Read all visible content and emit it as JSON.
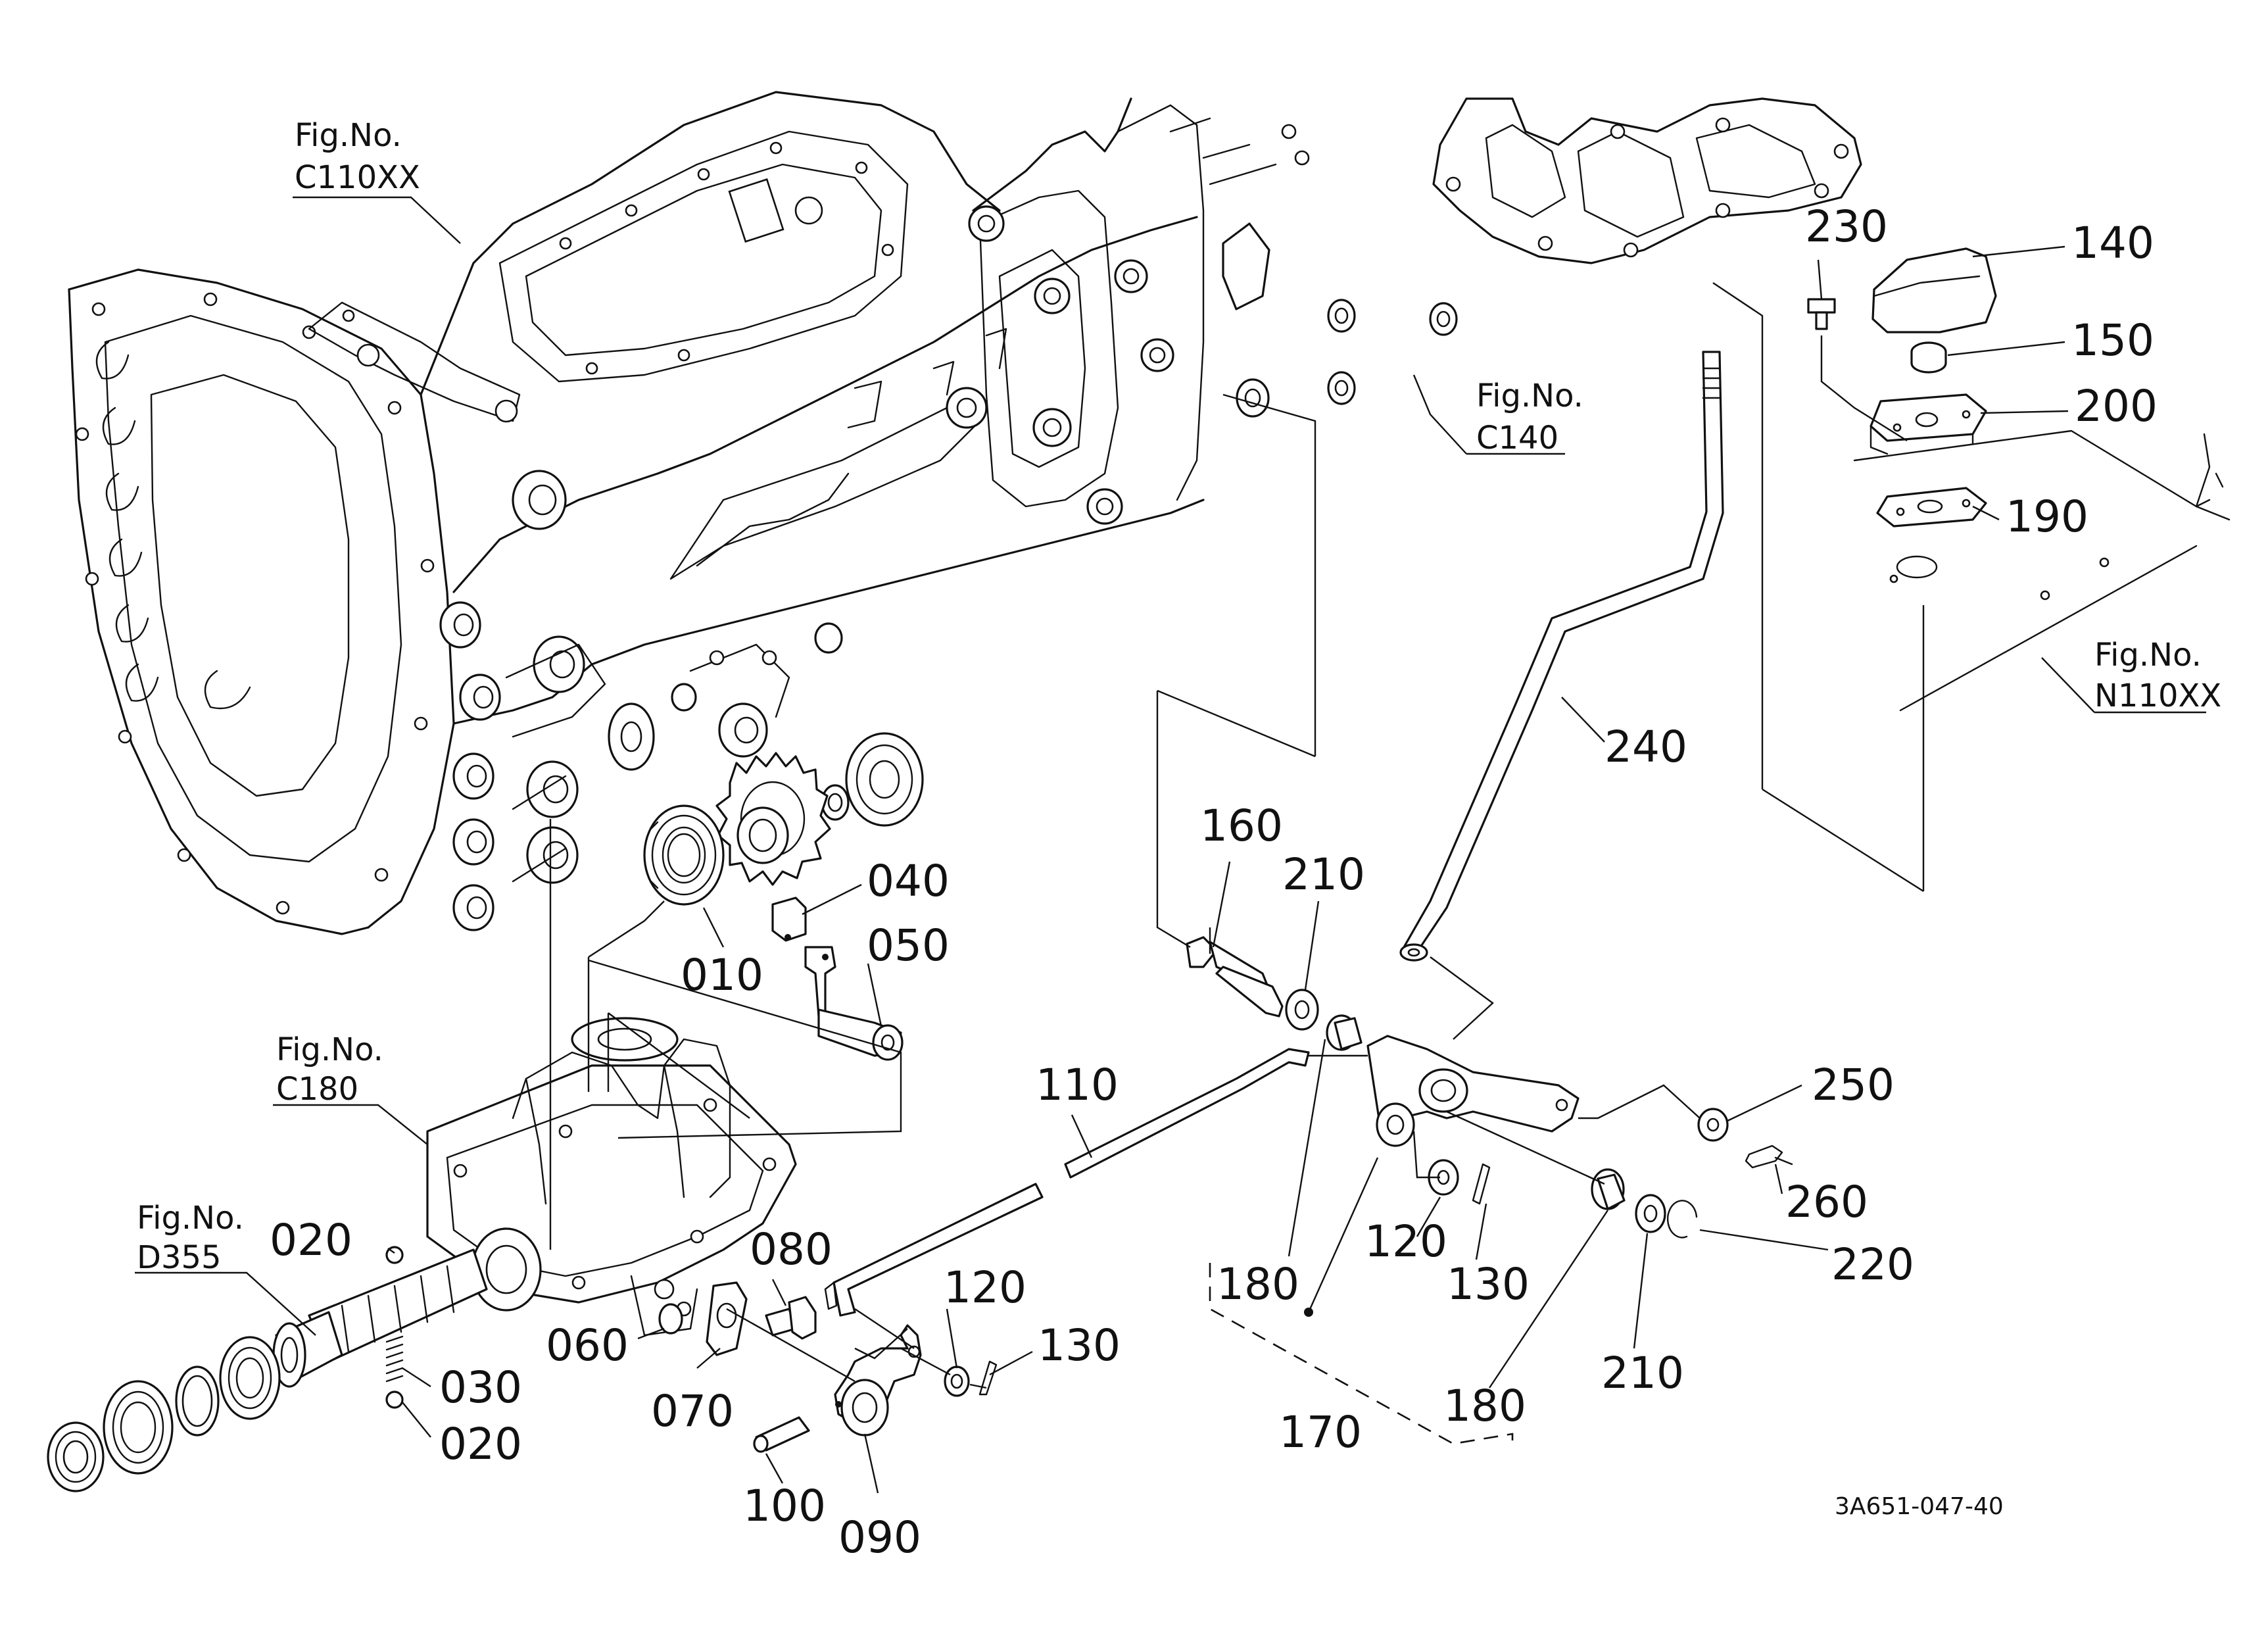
{
  "figure_refs": [
    {
      "key": "fig-c110xx",
      "lines": [
        "Fig.No.",
        "C110XX"
      ]
    },
    {
      "key": "fig-c140",
      "lines": [
        "Fig.No.",
        "C140"
      ]
    },
    {
      "key": "fig-n110xx",
      "lines": [
        "Fig.No.",
        "N110XX"
      ]
    },
    {
      "key": "fig-c180",
      "lines": [
        "Fig.No.",
        "C180"
      ]
    },
    {
      "key": "fig-d355",
      "lines": [
        "Fig.No.",
        "D355"
      ]
    }
  ],
  "part_labels": [
    "140",
    "230",
    "150",
    "200",
    "190",
    "240",
    "160",
    "210",
    "040",
    "050",
    "010",
    "110",
    "020",
    "080",
    "120",
    "130",
    "030",
    "020",
    "060",
    "070",
    "100",
    "090",
    "180",
    "120",
    "130",
    "250",
    "260",
    "220",
    "180",
    "210",
    "170"
  ],
  "drawing_code": "3A651-047-40"
}
